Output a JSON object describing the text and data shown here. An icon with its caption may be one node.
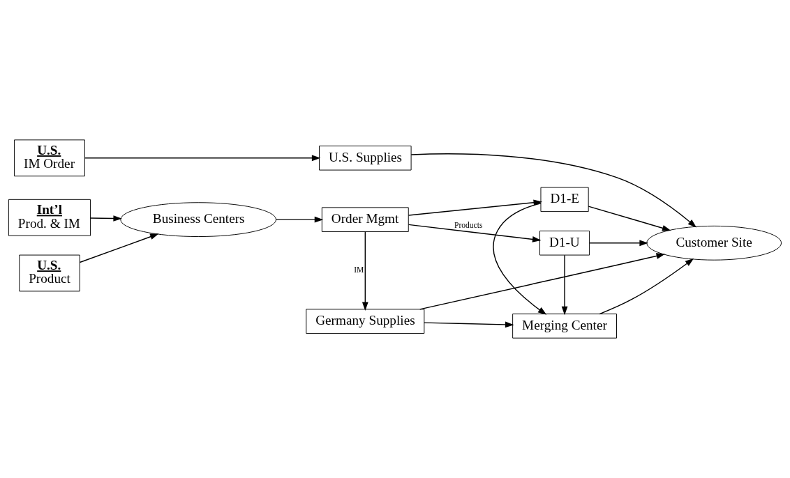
{
  "diagram": {
    "nodes": [
      {
        "text": [
          "U.S.",
          "IM Order"
        ]
      },
      {
        "text": [
          "U.S. Supplies"
        ]
      },
      {
        "text": [
          "Germany Supplies"
        ]
      },
      {
        "text": [
          "Merging Center"
        ]
      },
      {
        "text": [
          "Customer Site"
        ]
      },
      {
        "text": [
          "Int’l",
          "Prod. & IM"
        ]
      },
      {
        "text": [
          "Business Centers"
        ]
      },
      {
        "text": [
          "Order Mgmt"
        ]
      },
      {
        "text": [
          "D1-U"
        ]
      },
      {
        "text": [
          "D1-E"
        ]
      },
      {
        "text": [
          "U.S.",
          "Product"
        ]
      }
    ],
    "edges": [
      {
        "from": 0,
        "to": 1,
        "arrow": "to"
      },
      {
        "from": 1,
        "to": 4,
        "arrow": "to"
      },
      {
        "from": 2,
        "to": 4,
        "arrow": "to"
      },
      {
        "from": 2,
        "to": 3,
        "arrow": "to"
      },
      {
        "from": 3,
        "to": 4,
        "arrow": "to"
      },
      {
        "from": 5,
        "to": 6,
        "arrow": "to"
      },
      {
        "from": 10,
        "to": 6,
        "arrow": "to"
      },
      {
        "from": 6,
        "to": 7,
        "arrow": "to"
      },
      {
        "from": 7,
        "to": 2,
        "label": "IM",
        "arrow": "to"
      },
      {
        "from": 7,
        "to": 8,
        "label": "Products",
        "arrow": "to"
      },
      {
        "from": 7,
        "to": 9,
        "arrow": "to"
      },
      {
        "from": 8,
        "to": 4,
        "arrow": "to"
      },
      {
        "from": 9,
        "to": 4,
        "arrow": "to"
      },
      {
        "from": 8,
        "to": 3,
        "arrow": "to"
      },
      {
        "from": 9,
        "to": 3,
        "arrow": "to"
      }
    ]
  }
}
